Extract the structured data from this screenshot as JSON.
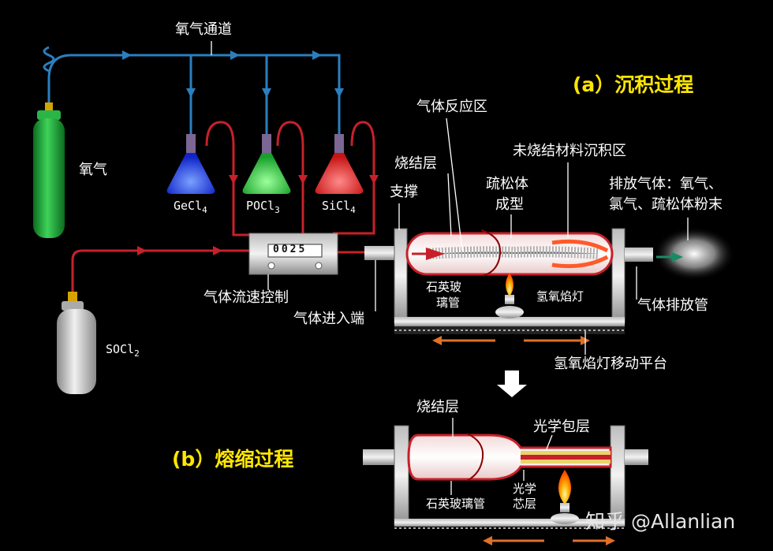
{
  "titles": {
    "deposition": "(a）沉积过程",
    "collapse": "(b）熔缩过程"
  },
  "labels": {
    "oxygen_channel": "氧气通道",
    "oxygen": "氧气",
    "socl2": "SOCl2",
    "gecl4": "GeCl4",
    "pocl3": "POCl3",
    "sicl4": "SiCl4",
    "flow_controller": "气体流速控制",
    "flow_display": "0025",
    "gas_inlet": "气体进入端",
    "support": "支撑",
    "sintered_layer": "烧结层",
    "reaction_zone": "气体反应区",
    "porous_forming_1": "疏松体",
    "porous_forming_2": "成型",
    "unsintered_zone": "未烧结材料沉积区",
    "exhaust_1": "排放气体：氧气、",
    "exhaust_2": "氯气、疏松体粉末",
    "quartz_tube_1": "石英玻",
    "quartz_tube_2": "璃管",
    "torch": "氢氧焰灯",
    "exhaust_pipe": "气体排放管",
    "platform": "氢氧焰灯移动平台",
    "sintered_layer_b": "烧结层",
    "cladding": "光学包层",
    "quartz_tube_b": "石英玻璃管",
    "core_1": "光学",
    "core_2": "芯层"
  },
  "watermark": "知乎 @Allanlian",
  "colors": {
    "oxygen_line": "#2a7fc0",
    "feed_line": "#c8202a",
    "title": "#ffe600",
    "oxygen_tank": "#1fae3a",
    "socl2_tank": "#c8c8c8"
  }
}
